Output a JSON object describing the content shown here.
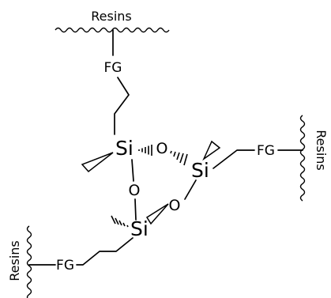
{
  "labels": {
    "resins": "Resins",
    "fg": "FG",
    "si": "Si",
    "o": "O"
  }
}
